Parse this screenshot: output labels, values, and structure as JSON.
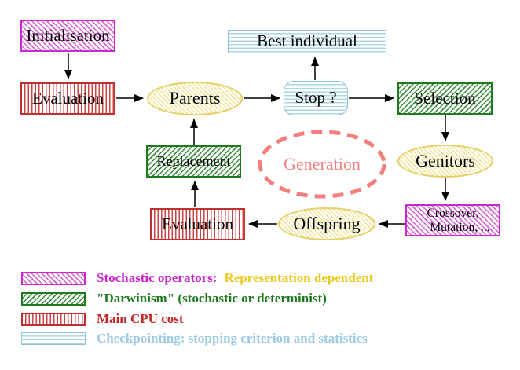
{
  "nodes": {
    "initialisation": "Initialisation",
    "evaluation_top": "Evaluation",
    "parents": "Parents",
    "best_individual": "Best individual",
    "stop": "Stop ?",
    "selection": "Selection",
    "replacement": "Replacement",
    "generation": "Generation",
    "genitors": "Genitors",
    "evaluation_bottom": "Evaluation",
    "offspring": "Offspring",
    "crossover_line1": "Crossover,",
    "crossover_line2": "Mutation, ..."
  },
  "legend": {
    "rows": [
      {
        "swatch": "magenta-diagonal-hatch",
        "parts": [
          {
            "text": "Stochastic operators:",
            "color": "#CC22CC"
          },
          {
            "text": "Representation dependent",
            "color": "#EBC820"
          }
        ]
      },
      {
        "swatch": "green-diagonal-hatch",
        "parts": [
          {
            "text": "\"Darwinism\" (stochastic or determinist)",
            "color": "#1F7A1F"
          }
        ]
      },
      {
        "swatch": "red-vertical-stripes",
        "parts": [
          {
            "text": "Main CPU cost",
            "color": "#C22A2A"
          }
        ]
      },
      {
        "swatch": "cyan-horizontal-stripes",
        "parts": [
          {
            "text": "Checkpointing: stopping criterion and statistics",
            "color": "#9CC9E4"
          }
        ]
      }
    ]
  },
  "colors": {
    "magenta": "#CC29CC",
    "green": "#1F7A1F",
    "red": "#C03030",
    "cyan": "#8FC3DC",
    "yellow": "#E6D06A",
    "gold_text": "#EBC820",
    "salmon": "#F08080",
    "arrow": "#000000"
  }
}
